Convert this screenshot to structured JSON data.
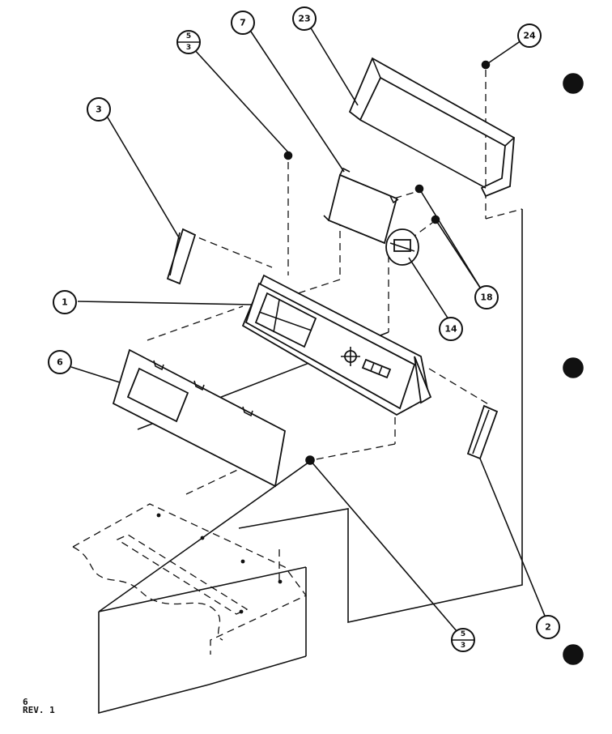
{
  "callouts": [
    {
      "id": "c1",
      "label": "1"
    },
    {
      "id": "c2",
      "label": "2"
    },
    {
      "id": "c3",
      "label": "3"
    },
    {
      "id": "c6",
      "label": "6"
    },
    {
      "id": "c7",
      "label": "7"
    },
    {
      "id": "c14",
      "label": "14"
    },
    {
      "id": "c18",
      "label": "18"
    },
    {
      "id": "c23",
      "label": "23"
    },
    {
      "id": "c24",
      "label": "24"
    }
  ],
  "fraction_callouts": [
    {
      "id": "f-top",
      "numerator": "5",
      "denominator": "3"
    },
    {
      "id": "f-bottom",
      "numerator": "5",
      "denominator": "3"
    }
  ],
  "footer": {
    "page_number": "6",
    "revision": "REV. 1"
  }
}
